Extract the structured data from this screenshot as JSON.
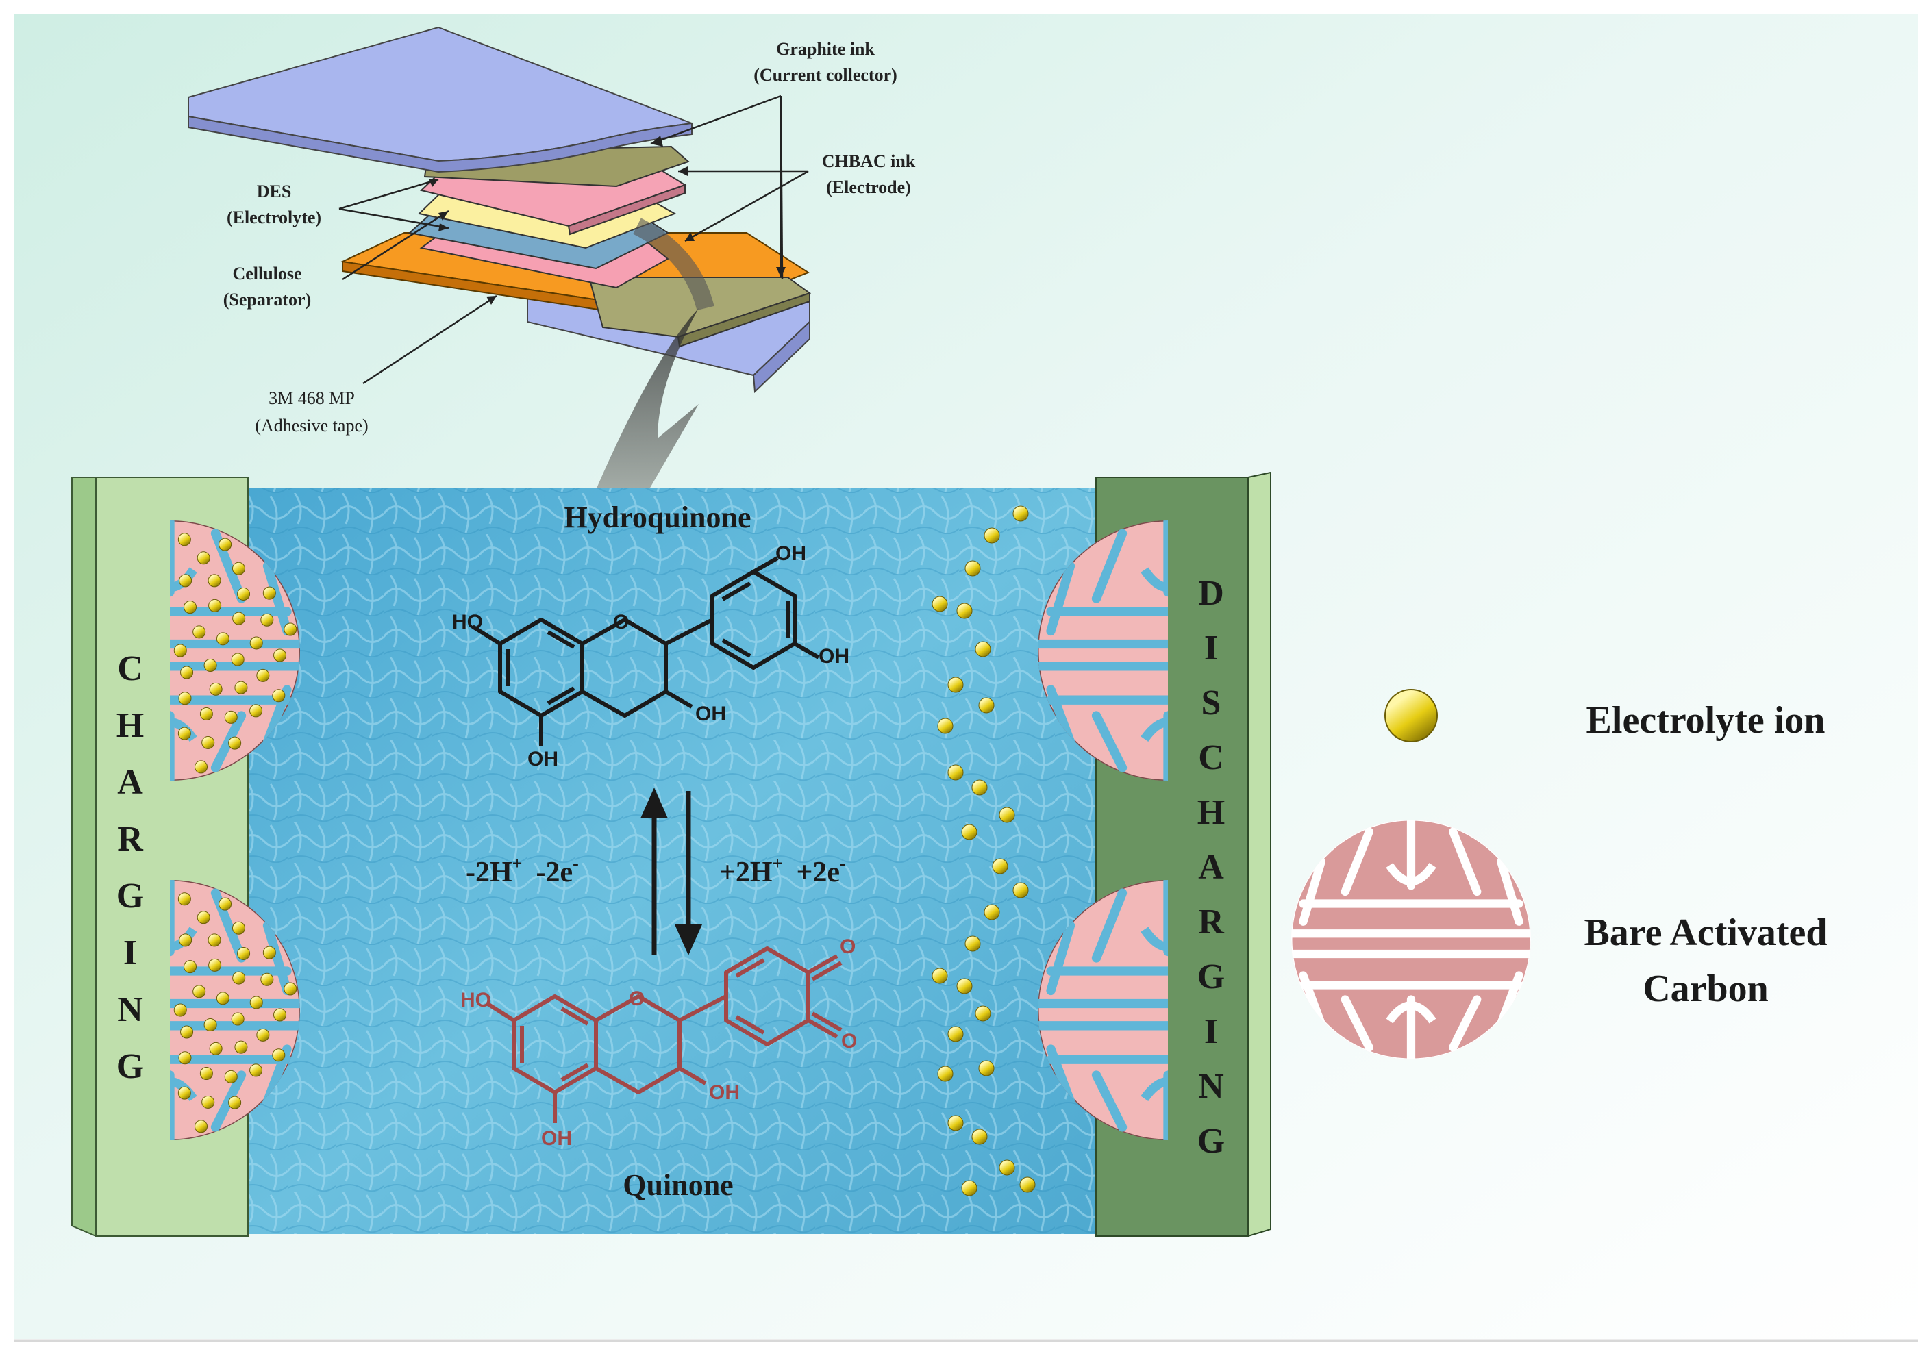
{
  "device": {
    "labels": {
      "graphite": [
        "Graphite ink",
        "(Current collector)"
      ],
      "chbac": [
        "CHBAC ink",
        "(Electrode)"
      ],
      "des": [
        "DES",
        "(Electrolyte)"
      ],
      "cellulose": [
        "Cellulose",
        "(Separator)"
      ],
      "tape": [
        "3M 468 MP",
        "(Adhesive tape)"
      ]
    }
  },
  "mechanism": {
    "charging_letters": [
      "C",
      "H",
      "A",
      "R",
      "G",
      "I",
      "N",
      "G"
    ],
    "discharging_letters": [
      "D",
      "I",
      "S",
      "C",
      "H",
      "A",
      "R",
      "G",
      "I",
      "N",
      "G"
    ],
    "hydroquinone_label": "Hydroquinone",
    "quinone_label": "Quinone",
    "oxidation": {
      "h": "-2H",
      "h_sup": "+",
      "e": "-2e",
      "e_sup": "-"
    },
    "reduction": {
      "h": "+2H",
      "h_sup": "+",
      "e": "+2e",
      "e_sup": "-"
    },
    "hydroxyl": "OH",
    "hydroxyl_left": "HO",
    "ring_oxygen": "O"
  },
  "legend": {
    "ion_label": "Electrolyte ion",
    "carbon_label_line1": "Bare Activated",
    "carbon_label_line2": "Carbon"
  },
  "colors": {
    "ion": "#e8d21a",
    "carbon": "#f2b8b8",
    "electrolyte": "#5fb6d8",
    "collector_light": "#b9dca0",
    "collector_dark": "#5f8a57",
    "quinone": "#a34848"
  }
}
